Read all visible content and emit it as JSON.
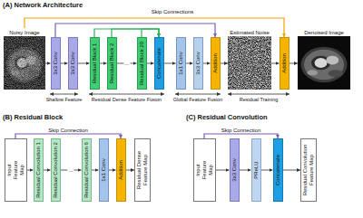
{
  "diagram": {
    "nodes": [
      {
        "text": [
          "Noisy Image"
        ]
      },
      {
        "text": [
          "3x3 Conv"
        ]
      },
      {
        "text": [
          "3x3 Conv"
        ]
      },
      {
        "text": [
          "Residual Block 1"
        ]
      },
      {
        "text": [
          "Residual Block 2"
        ]
      },
      {
        "text": [
          "Residual Block 20"
        ]
      },
      {
        "text": [
          "Concatenate"
        ]
      },
      {
        "text": [
          "1x1 Conv"
        ]
      },
      {
        "text": [
          "3x3 Conv"
        ]
      },
      {
        "text": [
          "Addition"
        ]
      },
      {
        "text": [
          "Estimated Noise"
        ]
      },
      {
        "text": [
          "Addition"
        ]
      },
      {
        "text": [
          "Denoised Image"
        ]
      },
      {
        "text": [
          "Input Feature Map"
        ]
      },
      {
        "text": [
          "Residual Convolution 1"
        ]
      },
      {
        "text": [
          "Residual Convolution 2"
        ]
      },
      {
        "text": [
          "Residual Convolution 6"
        ]
      },
      {
        "text": [
          "1x1 Conv"
        ]
      },
      {
        "text": [
          "Addition"
        ]
      },
      {
        "text": [
          "Residual Dense Feature Map"
        ]
      },
      {
        "text": [
          "Input Feature Map"
        ]
      },
      {
        "text": [
          "3x3 Conv"
        ]
      },
      {
        "text": [
          "PReLU"
        ]
      },
      {
        "text": [
          "Concatenate"
        ]
      },
      {
        "text": [
          "Residual Convolution Feature Map"
        ]
      }
    ],
    "edges": [
      {
        "from": 0,
        "to": 1,
        "arrow": "to"
      },
      {
        "from": 1,
        "to": 2,
        "arrow": "to"
      },
      {
        "from": 2,
        "to": 3,
        "arrow": "to"
      },
      {
        "from": 3,
        "to": 4,
        "arrow": "to"
      },
      {
        "from": 4,
        "to": 5,
        "label": "...",
        "arrow": "to"
      },
      {
        "from": 5,
        "to": 6,
        "arrow": "to"
      },
      {
        "from": 6,
        "to": 7,
        "arrow": "to"
      },
      {
        "from": 7,
        "to": 8,
        "arrow": "to"
      },
      {
        "from": 8,
        "to": 9,
        "arrow": "to"
      },
      {
        "from": 9,
        "to": 10,
        "arrow": "to"
      },
      {
        "from": 10,
        "to": 11,
        "arrow": "to"
      },
      {
        "from": 11,
        "to": 12,
        "arrow": "to"
      },
      {
        "from": 0,
        "to": 11,
        "arrow": "to"
      },
      {
        "from": 1,
        "to": 9,
        "arrow": "to"
      },
      {
        "from": 3,
        "to": 6,
        "arrow": "to"
      },
      {
        "from": 4,
        "to": 6,
        "arrow": "to"
      },
      {
        "from": 5,
        "to": 6,
        "arrow": "to"
      },
      {
        "from": 13,
        "to": 14,
        "arrow": "to"
      },
      {
        "from": 14,
        "to": 15,
        "arrow": "to"
      },
      {
        "from": 15,
        "to": 16,
        "label": "...",
        "arrow": "to"
      },
      {
        "from": 16,
        "to": 17,
        "arrow": "to"
      },
      {
        "from": 17,
        "to": 18,
        "arrow": "to"
      },
      {
        "from": 18,
        "to": 19,
        "arrow": "to"
      },
      {
        "from": 13,
        "to": 18,
        "label": "Skip Connection",
        "arrow": "to"
      },
      {
        "from": 20,
        "to": 21,
        "arrow": "to"
      },
      {
        "from": 21,
        "to": 22,
        "arrow": "to"
      },
      {
        "from": 22,
        "to": 23,
        "arrow": "to"
      },
      {
        "from": 23,
        "to": 24,
        "arrow": "to"
      },
      {
        "from": 20,
        "to": 23,
        "label": "Skip Connection",
        "arrow": "to"
      }
    ],
    "labels": [
      "(A) Network Architecture",
      "Skip Connections",
      "Shallow Feature",
      "Residual Dense Feature Fusion",
      "Global Feature Fusion",
      "Residual Training",
      "(B) Residual Block",
      "(C) Residual Convolution"
    ]
  }
}
